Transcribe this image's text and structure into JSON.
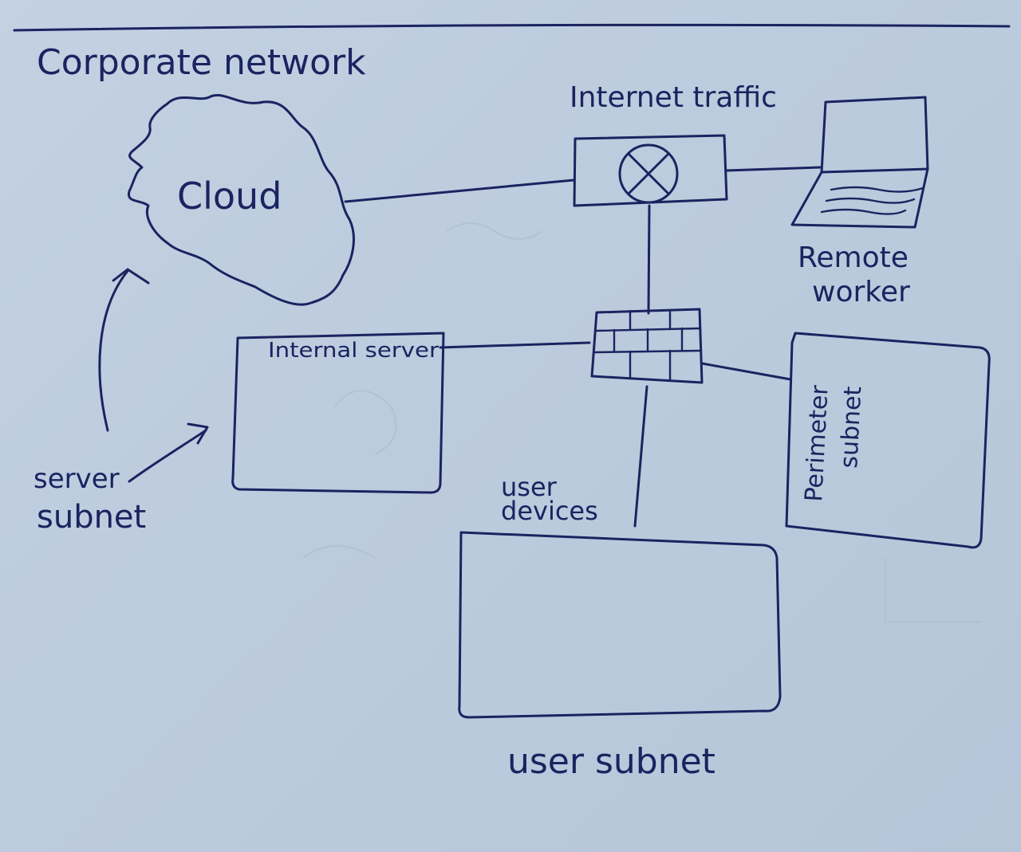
{
  "title": "Corporate network",
  "nodes": {
    "cloud": {
      "label": "Cloud"
    },
    "internet_traffic": {
      "label": "Internet traffic",
      "icon": "router-icon"
    },
    "remote_worker": {
      "label_line1": "Remote",
      "label_line2": "worker",
      "icon": "laptop-icon"
    },
    "firewall": {
      "icon": "firewall-icon"
    },
    "internal_server": {
      "label": "Internal server"
    },
    "perimeter_subnet": {
      "label_line1": "Perimeter",
      "label_line2": "subnet"
    },
    "user_devices": {
      "label_line1": "user",
      "label_line2": "devices"
    },
    "user_subnet": {
      "label": "user subnet"
    },
    "server_subnet": {
      "label_line1": "server",
      "label_line2": "subnet"
    }
  },
  "connections": [
    {
      "from": "cloud",
      "to": "internet_traffic"
    },
    {
      "from": "internet_traffic",
      "to": "remote_worker"
    },
    {
      "from": "internet_traffic",
      "to": "firewall"
    },
    {
      "from": "firewall",
      "to": "internal_server"
    },
    {
      "from": "firewall",
      "to": "perimeter_subnet"
    },
    {
      "from": "firewall",
      "to": "user_subnet"
    }
  ],
  "colors": {
    "paper": "#c3d1e2",
    "ink": "#1b2360"
  }
}
